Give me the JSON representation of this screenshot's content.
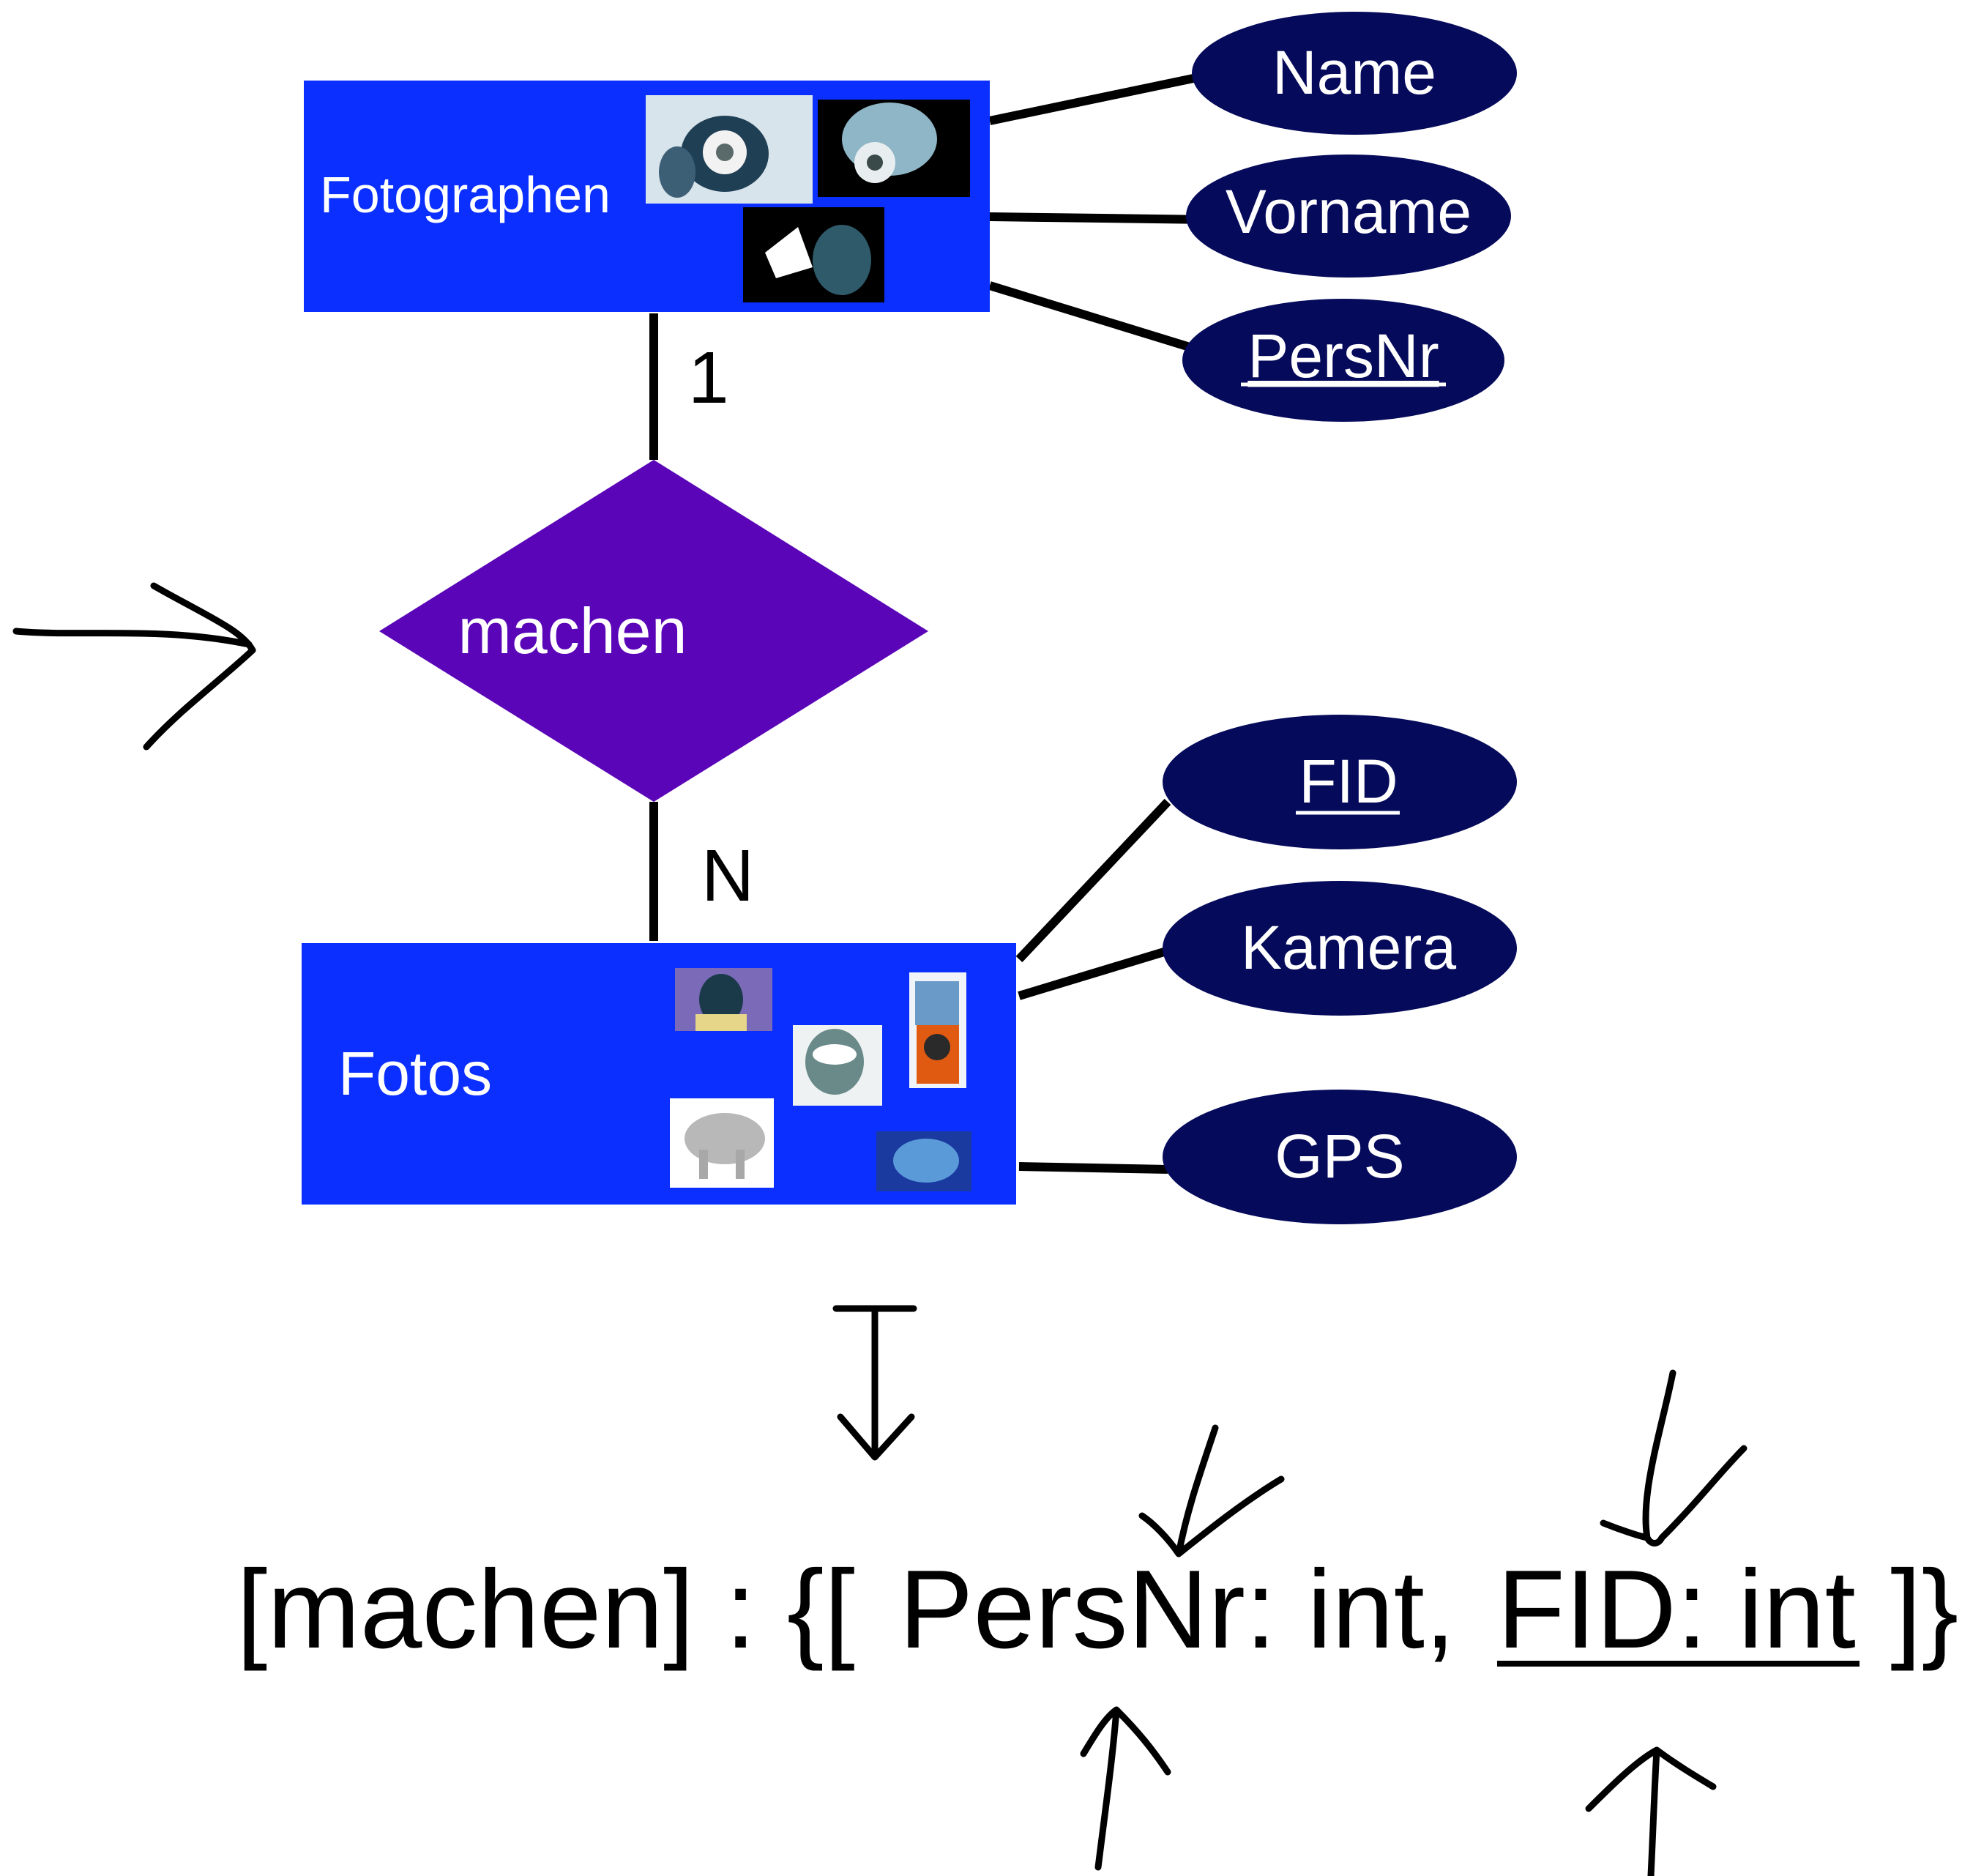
{
  "colors": {
    "entity_fill": "#0a2fff",
    "relationship_fill": "#5a06b8",
    "attribute_fill": "#050a5a",
    "text_light": "#ffffff",
    "ink": "#000000"
  },
  "entities": {
    "photographers": {
      "label": "Fotographen",
      "attributes": [
        {
          "label": "Name",
          "key": false
        },
        {
          "label": "Vorname",
          "key": false
        },
        {
          "label": "PersNr",
          "key": true
        }
      ]
    },
    "photos": {
      "label": "Fotos",
      "attributes": [
        {
          "label": "FID",
          "key": true
        },
        {
          "label": "Kamera",
          "key": false
        },
        {
          "label": "GPS",
          "key": false
        }
      ]
    }
  },
  "relationship": {
    "label": "machen",
    "card_top": "1",
    "card_bottom": "N"
  },
  "schema": {
    "prefix": "[machen] : {[ ",
    "field1": "PersNr: int,",
    "field2": "FID: int",
    "suffix": " ]}"
  }
}
